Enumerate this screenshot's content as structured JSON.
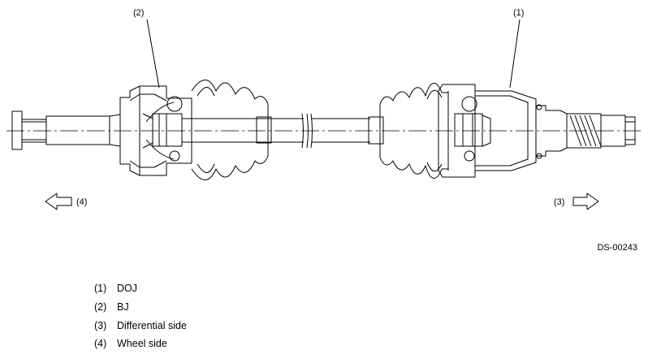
{
  "callouts": {
    "doj": "(1)",
    "bj": "(2)",
    "differential": "(3)",
    "wheel": "(4)"
  },
  "figure_code": "DS-00243",
  "legend": [
    {
      "num": "(1)",
      "text": "DOJ"
    },
    {
      "num": "(2)",
      "text": "BJ"
    },
    {
      "num": "(3)",
      "text": "Differential side"
    },
    {
      "num": "(4)",
      "text": "Wheel side"
    }
  ]
}
